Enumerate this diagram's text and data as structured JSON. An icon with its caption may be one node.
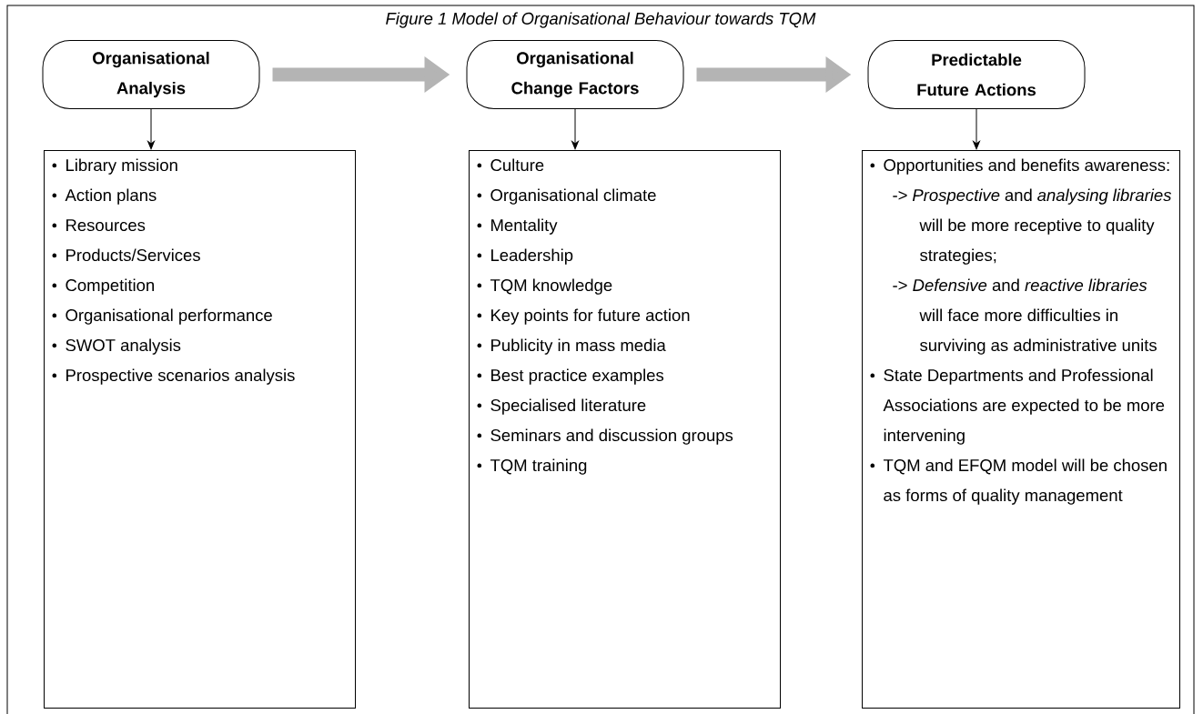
{
  "diagram": {
    "title": "Figure 1   Model of Organisational Behaviour towards TQM",
    "nodes": [
      {
        "text": [
          "Organisational Analysis"
        ]
      },
      {
        "text": [
          "Organisational Change Factors"
        ]
      },
      {
        "text": [
          "Predictable Future Actions"
        ]
      },
      {
        "text": [
          "Library mission",
          "Action plans",
          "Resources",
          "Products/Services",
          "Competition",
          "Organisational performance",
          "SWOT analysis",
          "Prospective scenarios analysis"
        ]
      },
      {
        "text": [
          "Culture",
          "Organisational climate",
          "Mentality",
          "Leadership",
          "TQM knowledge",
          "Key points for future action",
          "Publicity in mass media",
          "Best practice examples",
          "Specialised literature",
          "Seminars and discussion groups",
          "TQM training"
        ]
      },
      {
        "text": [
          "Opportunities and benefits awareness:",
          "-> *Prospective* and *analysing libraries* will be more receptive to quality strategies;",
          "-> *Defensive* and *reactive libraries* will face more difficulties in surviving as administrative units",
          "State Departments and Professional Associations are expected to be more intervening",
          "TQM and EFQM model will be chosen as forms of quality management"
        ]
      }
    ],
    "edges": [
      {
        "from": 0,
        "to": 1,
        "arrow": "to",
        "style": "thick",
        "color": "#b4b4b4"
      },
      {
        "from": 1,
        "to": 2,
        "arrow": "to",
        "style": "thick",
        "color": "#b4b4b4"
      },
      {
        "from": 0,
        "to": 3,
        "arrow": "to"
      },
      {
        "from": 1,
        "to": 4,
        "arrow": "to"
      },
      {
        "from": 2,
        "to": 5,
        "arrow": "to"
      }
    ]
  }
}
